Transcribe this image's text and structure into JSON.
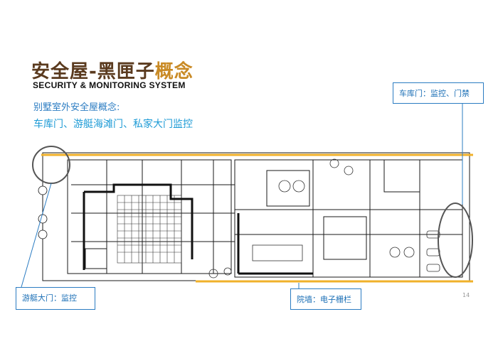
{
  "header": {
    "title_main": "安全屋-黑匣子",
    "title_accent": "概念",
    "subtitle": "SECURITY & MONITORING SYSTEM"
  },
  "intro": {
    "line1": "别墅室外安全屋概念:",
    "line2": "车库门、游艇海滩门、私家大门监控"
  },
  "callouts": {
    "garage": "车库门：监控、门禁",
    "yacht": "游艇大门：监控",
    "fence": "院墙：电子栅栏"
  },
  "page_number": "14",
  "colors": {
    "title": "#5a3a1e",
    "accent": "#c98a25",
    "callout_blue": "#2b7cc2",
    "wall_orange": "#f0b12a",
    "plan_line": "#1a1a1a"
  }
}
